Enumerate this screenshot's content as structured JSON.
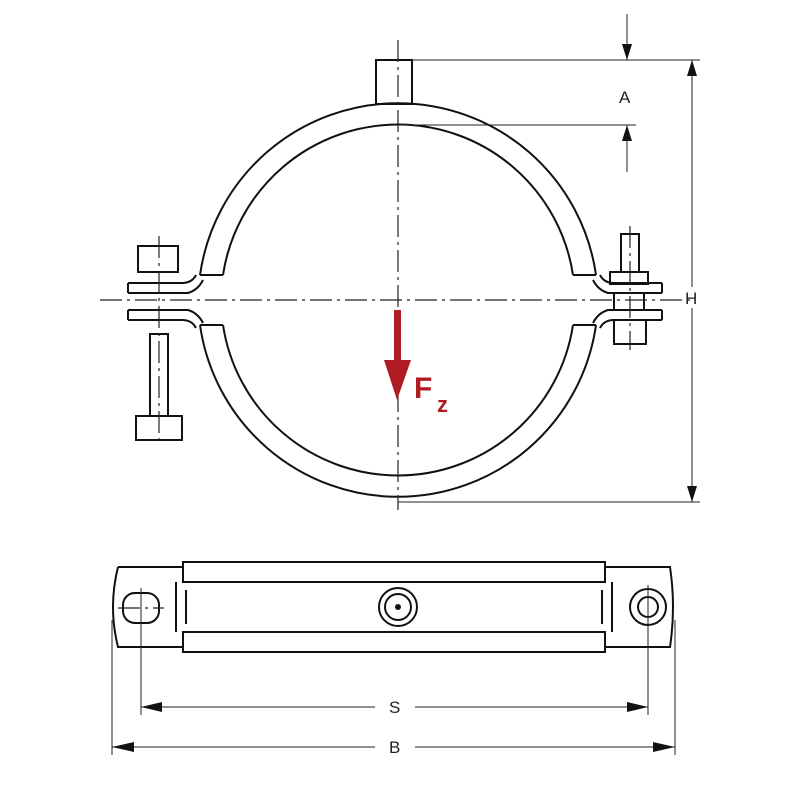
{
  "labels": {
    "A": "A",
    "H": "H",
    "S": "S",
    "B": "B",
    "force": "F",
    "force_sub": "z"
  },
  "colors": {
    "force_arrow": "#b01c24",
    "line": "#111111"
  }
}
